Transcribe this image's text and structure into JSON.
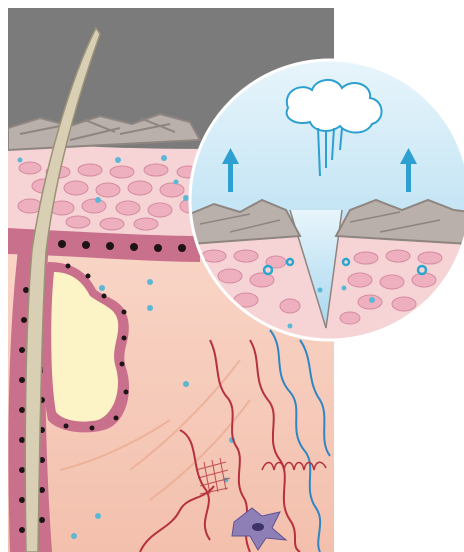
{
  "illustration": {
    "colors": {
      "backdrop_gray": "#7b7b7b",
      "dermis_pink": "#f6c9b8",
      "epidermis_pink": "#f1b9c3",
      "basal_cell": "#c9708c",
      "nucleus": "#1e1416",
      "gland_yellow": "#fcf3c6",
      "hair_tan": "#d8cfb4",
      "capillary_red": "#b5313f",
      "capillary_blue": "#2f86c3",
      "water_dot": "#5cb7d6",
      "stratum_corneum_gray": "#a9a09c",
      "sky_blue": "#c7e6f5",
      "arrow_blue": "#2d9fd1",
      "vapor_cloud": "#ffffff"
    },
    "icons": [
      "hair-shaft",
      "sebaceous-gland",
      "keratinocyte-cell",
      "water-molecule",
      "capillary-vessel",
      "fibroblast-cell",
      "evaporation-cloud",
      "up-arrow"
    ]
  }
}
